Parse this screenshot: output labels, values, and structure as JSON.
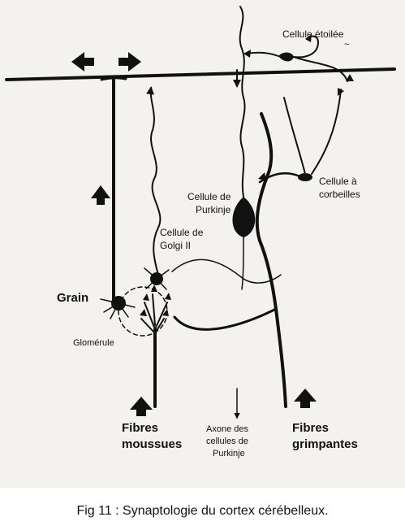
{
  "labels": {
    "cellule_etoilee": "Cellule étoilée",
    "cellule_corbeilles_1": "Cellule à",
    "cellule_corbeilles_2": "corbeilles",
    "purkinje_1": "Cellule de",
    "purkinje_2": "Purkinje",
    "golgi_1": "Cellule de",
    "golgi_2": "Golgi II",
    "grain": "Grain",
    "glomerule": "Glomérule",
    "fibres_moussues_1": "Fibres",
    "fibres_moussues_2": "moussues",
    "axone_1": "Axone des",
    "axone_2": "cellules de",
    "axone_3": "Purkinje",
    "fibres_grimpantes_1": "Fibres",
    "fibres_grimpantes_2": "grimpantes"
  },
  "caption": "Fig 11 : Synaptologie du cortex cérébelleux.",
  "colors": {
    "ink": "#111111",
    "paper": "#f3f2ef",
    "page": "#ffffff"
  }
}
